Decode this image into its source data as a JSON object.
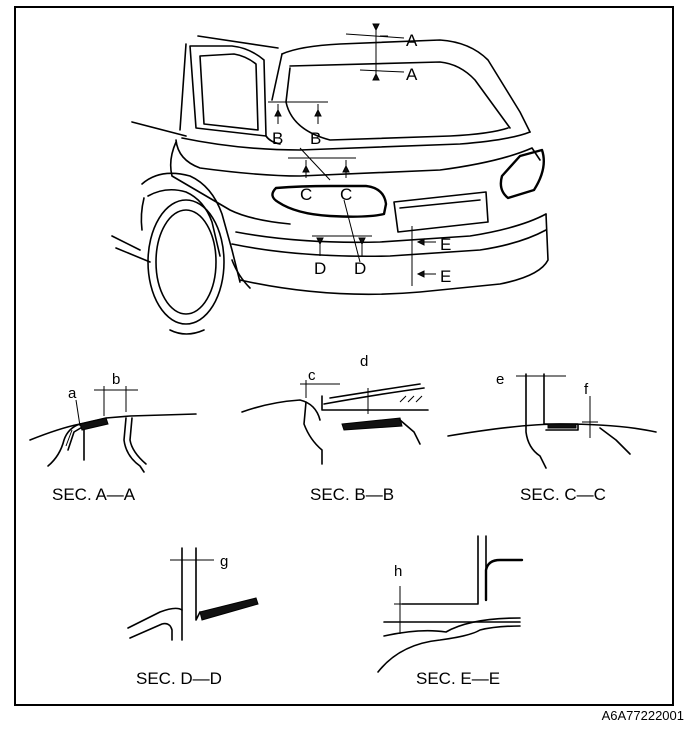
{
  "diagram": {
    "figure_code": "A6A77222001",
    "section_markers": {
      "a1": "A",
      "a2": "A",
      "b1": "B",
      "b2": "B",
      "c1": "C",
      "c2": "C",
      "d1": "D",
      "d2": "D",
      "e1": "E",
      "e2": "E"
    },
    "dimensions": {
      "a": "a",
      "b": "b",
      "c": "c",
      "d": "d",
      "e": "e",
      "f": "f",
      "g": "g",
      "h": "h"
    },
    "sections": {
      "aa": "SEC. A—A",
      "bb": "SEC. B—B",
      "cc": "SEC. C—C",
      "dd": "SEC. D—D",
      "ee": "SEC. E—E"
    }
  }
}
